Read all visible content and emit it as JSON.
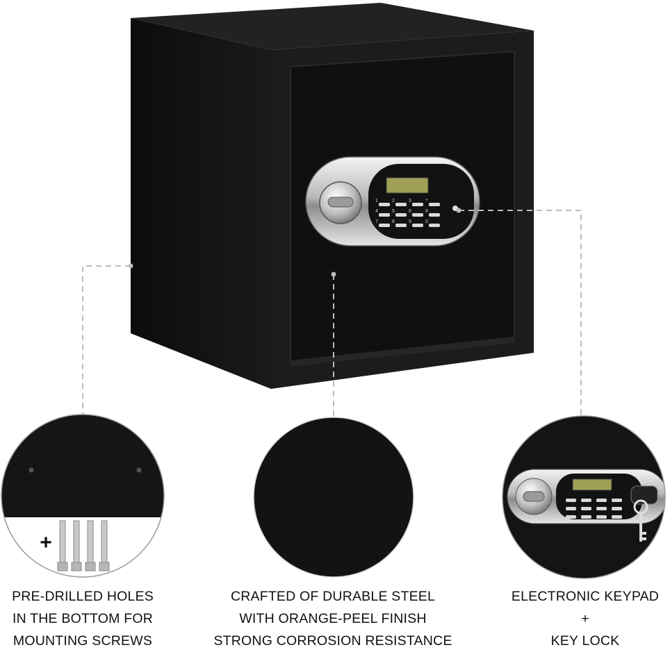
{
  "features": [
    {
      "id": "holes",
      "caption_lines": [
        "PRE-DRILLED HOLES",
        "IN THE BOTTOM FOR",
        "MOUNTING SCREWS"
      ],
      "plus_sign": "+"
    },
    {
      "id": "steel",
      "caption_lines": [
        "CRAFTED OF DURABLE STEEL",
        "WITH ORANGE-PEEL FINISH",
        "STRONG CORROSION RESISTANCE"
      ]
    },
    {
      "id": "keypad",
      "caption_lines": [
        "ELECTRONIC KEYPAD",
        "+",
        "KEY LOCK"
      ]
    }
  ],
  "keypad_labels": [
    "1",
    "2",
    "3",
    "*",
    "4",
    "5",
    "6",
    "#",
    "7",
    "8",
    "9",
    "0"
  ],
  "colors": {
    "safe_body": "#141414",
    "safe_front": "#1b1b1b",
    "door": "#0f0f0f",
    "lock_panel": "#c8c8c8",
    "display": "#a8a85a",
    "callout_line": "#bdbdbd"
  }
}
